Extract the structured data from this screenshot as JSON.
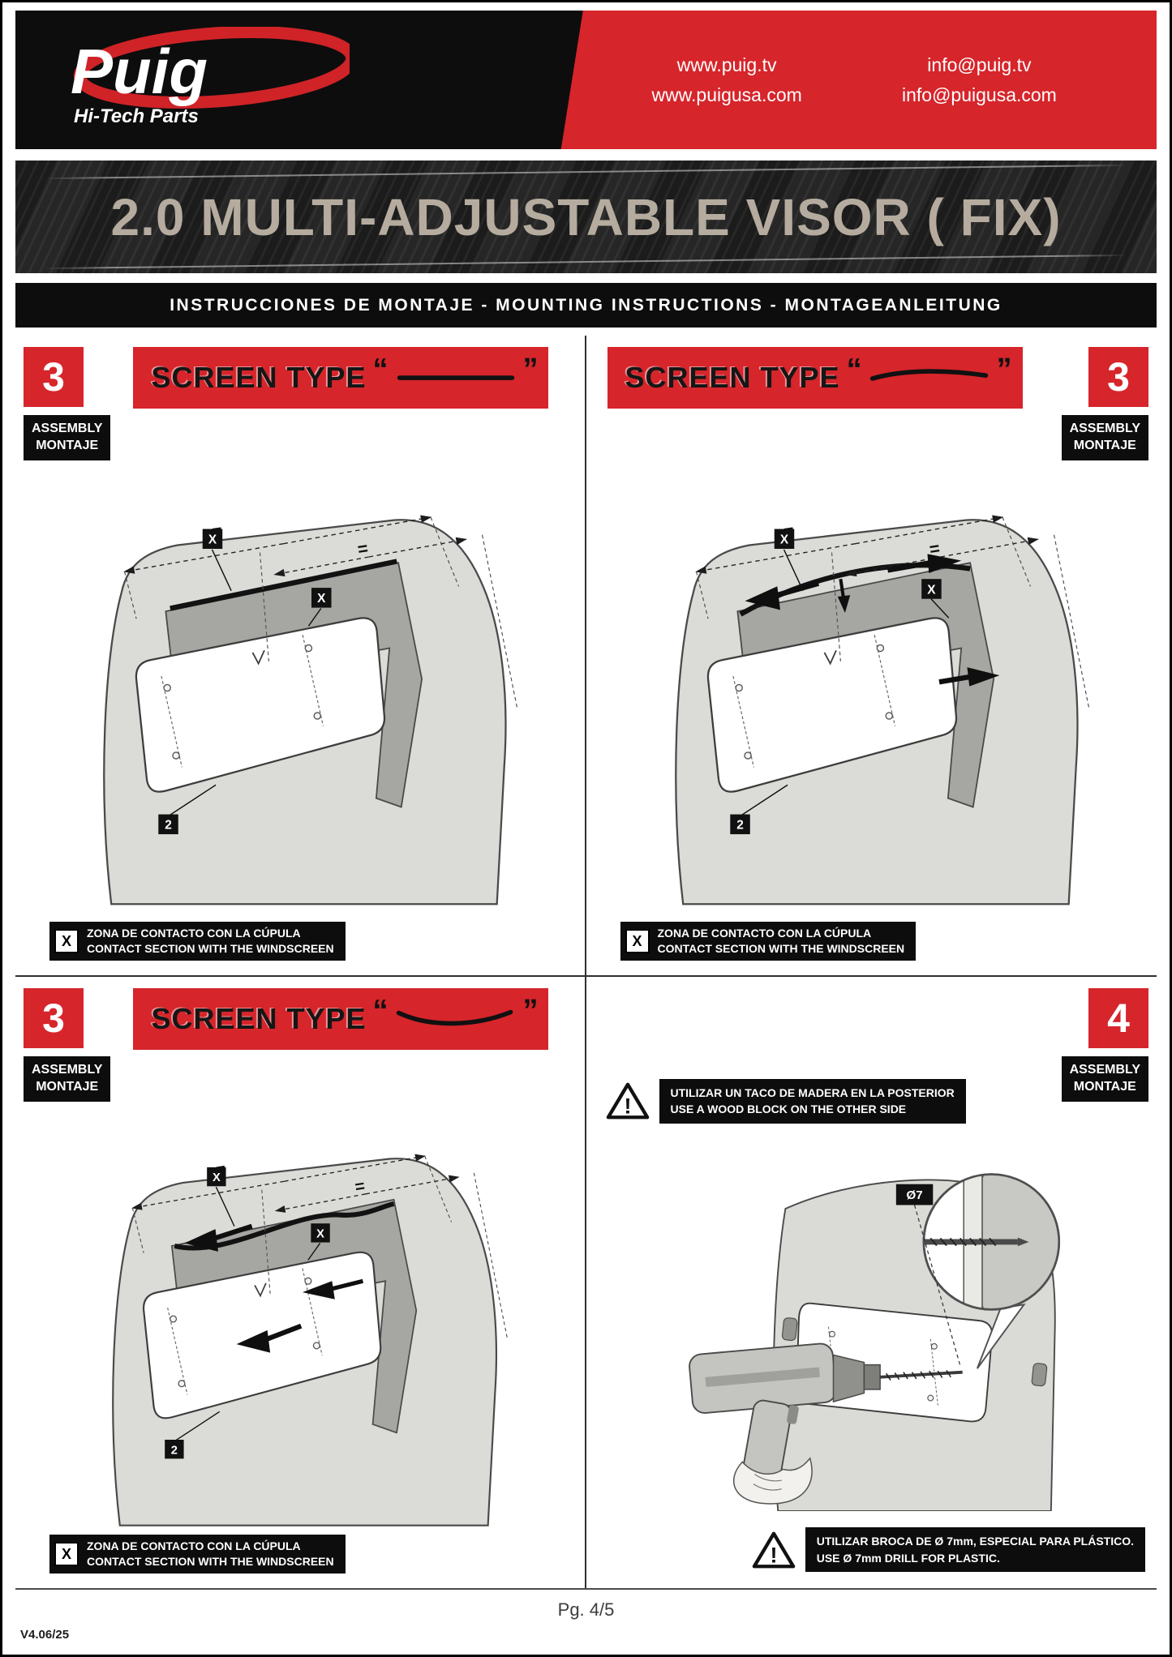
{
  "header": {
    "brand": "Puig",
    "tagline": "Hi-Tech Parts",
    "web1": "www.puig.tv",
    "web2": "www.puigusa.com",
    "email1": "info@puig.tv",
    "email2": "info@puigusa.com"
  },
  "title": "2.0 MULTI-ADJUSTABLE VISOR ( FIX)",
  "subtitle": "INSTRUCCIONES DE MONTAJE - MOUNTING INSTRUCTIONS - MONTAGEANLEITUNG",
  "labels": {
    "screen_type": "SCREEN TYPE",
    "quote_open": "“",
    "quote_close": "”",
    "assembly_en": "ASSEMBLY",
    "assembly_es": "MONTAJE",
    "x": "X",
    "two": "2",
    "equals": "=",
    "exclaim": "!",
    "diameter": "Ø7"
  },
  "steps": {
    "top_left": "3",
    "top_right": "3",
    "bottom_left": "3",
    "bottom_right": "4"
  },
  "contact_note": {
    "es": "ZONA DE CONTACTO CON LA CÚPULA",
    "en": "CONTACT SECTION WITH THE WINDSCREEN"
  },
  "warnings": {
    "wood_es": "UTILIZAR UN TACO DE MADERA EN LA POSTERIOR",
    "wood_en": "USE A WOOD BLOCK ON THE OTHER SIDE",
    "drill_es": "UTILIZAR BROCA DE Ø 7mm, ESPECIAL PARA PLÁSTICO.",
    "drill_en": "USE Ø 7mm DRILL FOR PLASTIC."
  },
  "footer": {
    "page": "Pg. 4/5",
    "version": "V4.06/25"
  },
  "colors": {
    "brand_red": "#d6252b",
    "banner_text": "#b5ac9f",
    "header_black": "#0d0d0d"
  }
}
